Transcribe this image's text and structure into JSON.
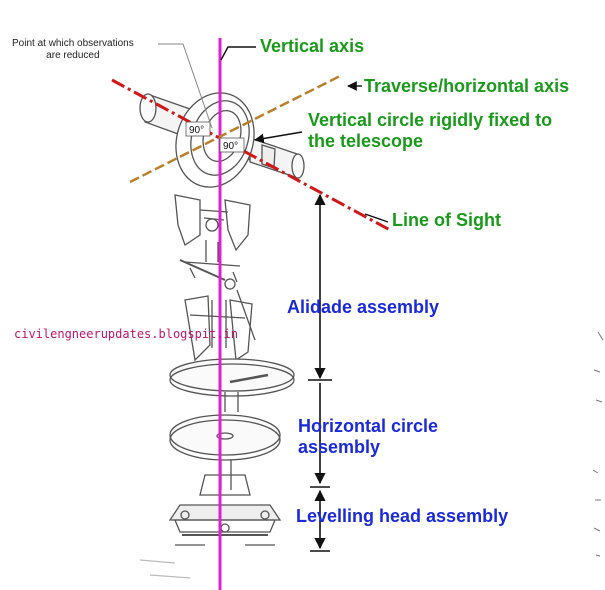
{
  "labels": {
    "point_reduced_line1": "Point at which observations",
    "point_reduced_line2": "are reduced",
    "vertical_axis": "Vertical axis",
    "traverse_axis": "Traverse/horizontal axis",
    "vertical_circle_line1": "Vertical circle rigidly fixed to",
    "vertical_circle_line2": "the telescope",
    "line_of_sight": "Line of Sight",
    "alidade": "Alidade assembly",
    "horizontal_circle_line1": "Horizontal circle",
    "horizontal_circle_line2": "assembly",
    "levelling_head": "Levelling head assembly",
    "angle_a": "90°",
    "angle_b": "90°"
  },
  "watermark": "civilengneerupdates.blogspit.in",
  "colors": {
    "vertical_axis": "#e020d0",
    "line_of_sight": "#d01818",
    "traverse_axis": "#b8802a",
    "green_text": "#1a9a1a",
    "blue_text": "#1a2ad8",
    "drawing": "#333333"
  }
}
